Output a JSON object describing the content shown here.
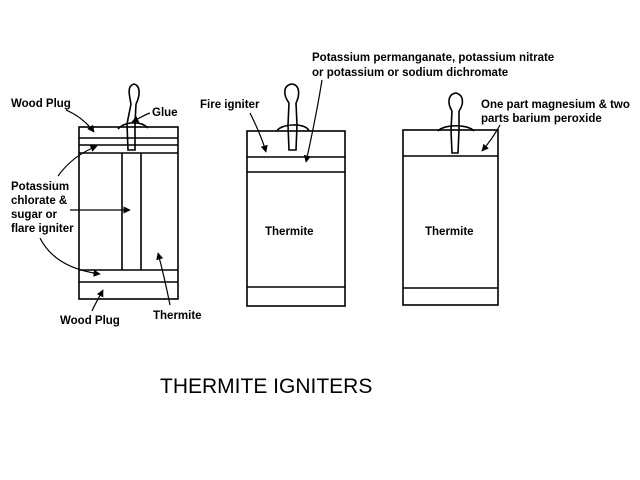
{
  "labels": {
    "wood_plug_top": "Wood Plug",
    "glue": "Glue",
    "potassium_1": "Potassium",
    "potassium_2": "chlorate &",
    "potassium_3": "sugar or",
    "potassium_4": "flare igniter",
    "wood_plug_bottom": "Wood Plug",
    "thermite_1": "Thermite",
    "fire_igniter": "Fire igniter",
    "permanganate_1": "Potassium permanganate, potassium nitrate",
    "permanganate_2": "or potassium or sodium dichromate",
    "thermite_2": "Thermite",
    "magnesium_1": "One part magnesium & two",
    "magnesium_2": "parts barium peroxide",
    "thermite_3": "Thermite"
  },
  "title": "THERMITE IGNITERS"
}
